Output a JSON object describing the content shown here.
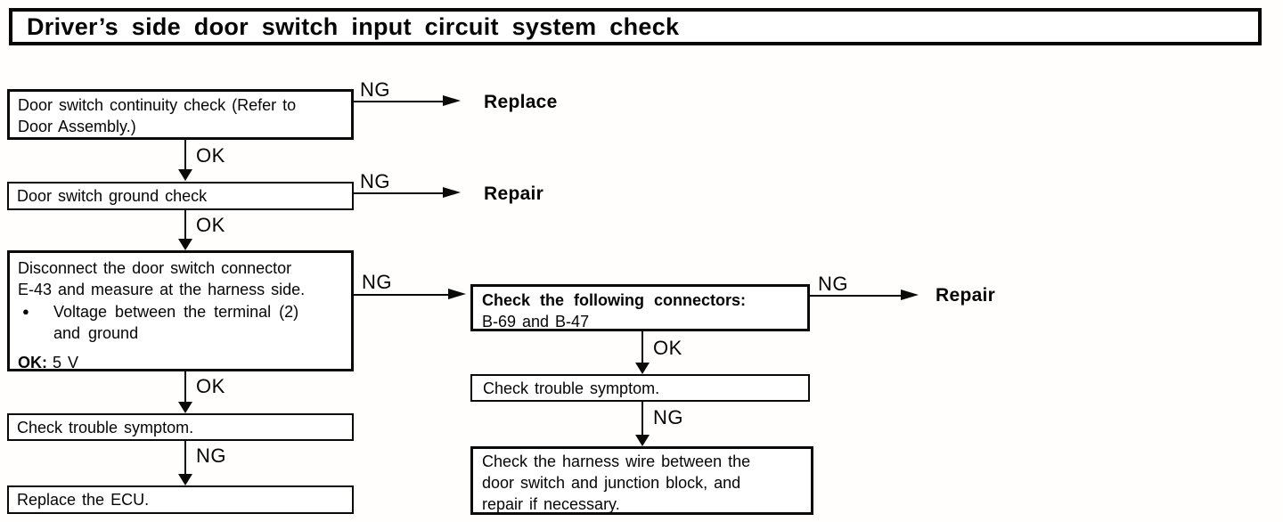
{
  "title": "Driver’s side door switch input circuit system check",
  "labels": {
    "ok": "OK",
    "ng": "NG"
  },
  "terminals": {
    "replace": "Replace",
    "repair": "Repair"
  },
  "boxes": {
    "continuity": {
      "line1": "Door switch continuity check (Refer to",
      "line2": "Door Assembly.)"
    },
    "ground": {
      "text": "Door switch ground check"
    },
    "disconnect": {
      "line1": "Disconnect the door switch connector",
      "line2": "E-43 and measure at the harness side.",
      "bullet_glyph": "●",
      "bullet_line1": "Voltage between the terminal (2)",
      "bullet_line2": "and ground",
      "ok_key": "OK:",
      "ok_value": "5 V"
    },
    "symptom_left": {
      "text": "Check trouble symptom."
    },
    "replace_ecu": {
      "text": "Replace the ECU."
    },
    "connectors": {
      "line1": "Check the following connectors:",
      "line2": "B-69 and B-47"
    },
    "symptom_right": {
      "text": "Check trouble symptom."
    },
    "harness": {
      "line1": "Check the harness wire between the",
      "line2": "door switch and junction block, and",
      "line3": "repair if necessary."
    }
  }
}
